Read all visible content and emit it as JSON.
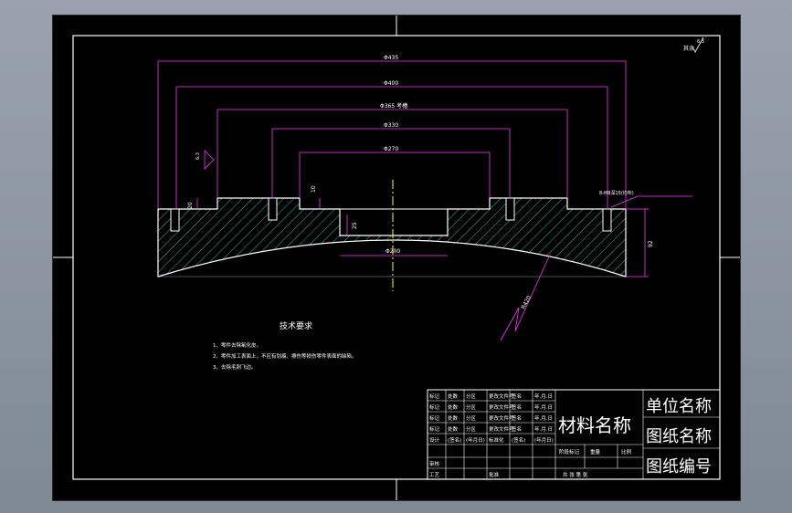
{
  "drawing": {
    "roughness_symbol": "其余",
    "roughness_value": "6.3",
    "dimensions": {
      "d1": "Φ435",
      "d2": "Φ400",
      "d3": "Φ365 考槽",
      "d4": "Φ330",
      "d5": "Φ270",
      "d6": "Φ200",
      "h_left": "20",
      "h_mid": "10",
      "h_hole": "25",
      "h_right": "92",
      "radius": "R420",
      "holes": "8-M8深15(均布)",
      "face_roughness": "6.3"
    },
    "tech": {
      "title": "技术要求",
      "items": [
        "1、零件去除氧化皮。",
        "2、零件加工表面上，不应有划痕、擦伤等损伤零件表面的缺陷。",
        "3、去除毛刺飞边。"
      ]
    },
    "title_block": {
      "material": "材料名称",
      "unit": "单位名称",
      "drawing_name": "图纸名称",
      "drawing_no": "图纸编号",
      "rev_rows": [
        [
          "标记",
          "处数",
          "分区",
          "更改文件号",
          "签名",
          "年.月.日"
        ],
        [
          "标记",
          "处数",
          "分区",
          "更改文件号",
          "签名",
          "年.月.日"
        ],
        [
          "标记",
          "处数",
          "分区",
          "更改文件号",
          "签名",
          "年.月.日"
        ]
      ],
      "header_row": [
        "标记",
        "处数",
        "分区",
        "更改文件号",
        "签名",
        "年.月.日"
      ],
      "design_row": [
        "设计",
        "(签名)",
        "(年月日)",
        "标准化",
        "(签名)",
        "(年月日)"
      ],
      "review_row": [
        "审核",
        "",
        "",
        "",
        "",
        ""
      ],
      "process_row": [
        "工艺",
        "",
        "",
        "批准",
        "",
        ""
      ],
      "stage_label": "阶段标记",
      "weight_label": "重量",
      "scale_label": "比例",
      "sheets_label": "共 张 第 张"
    }
  }
}
